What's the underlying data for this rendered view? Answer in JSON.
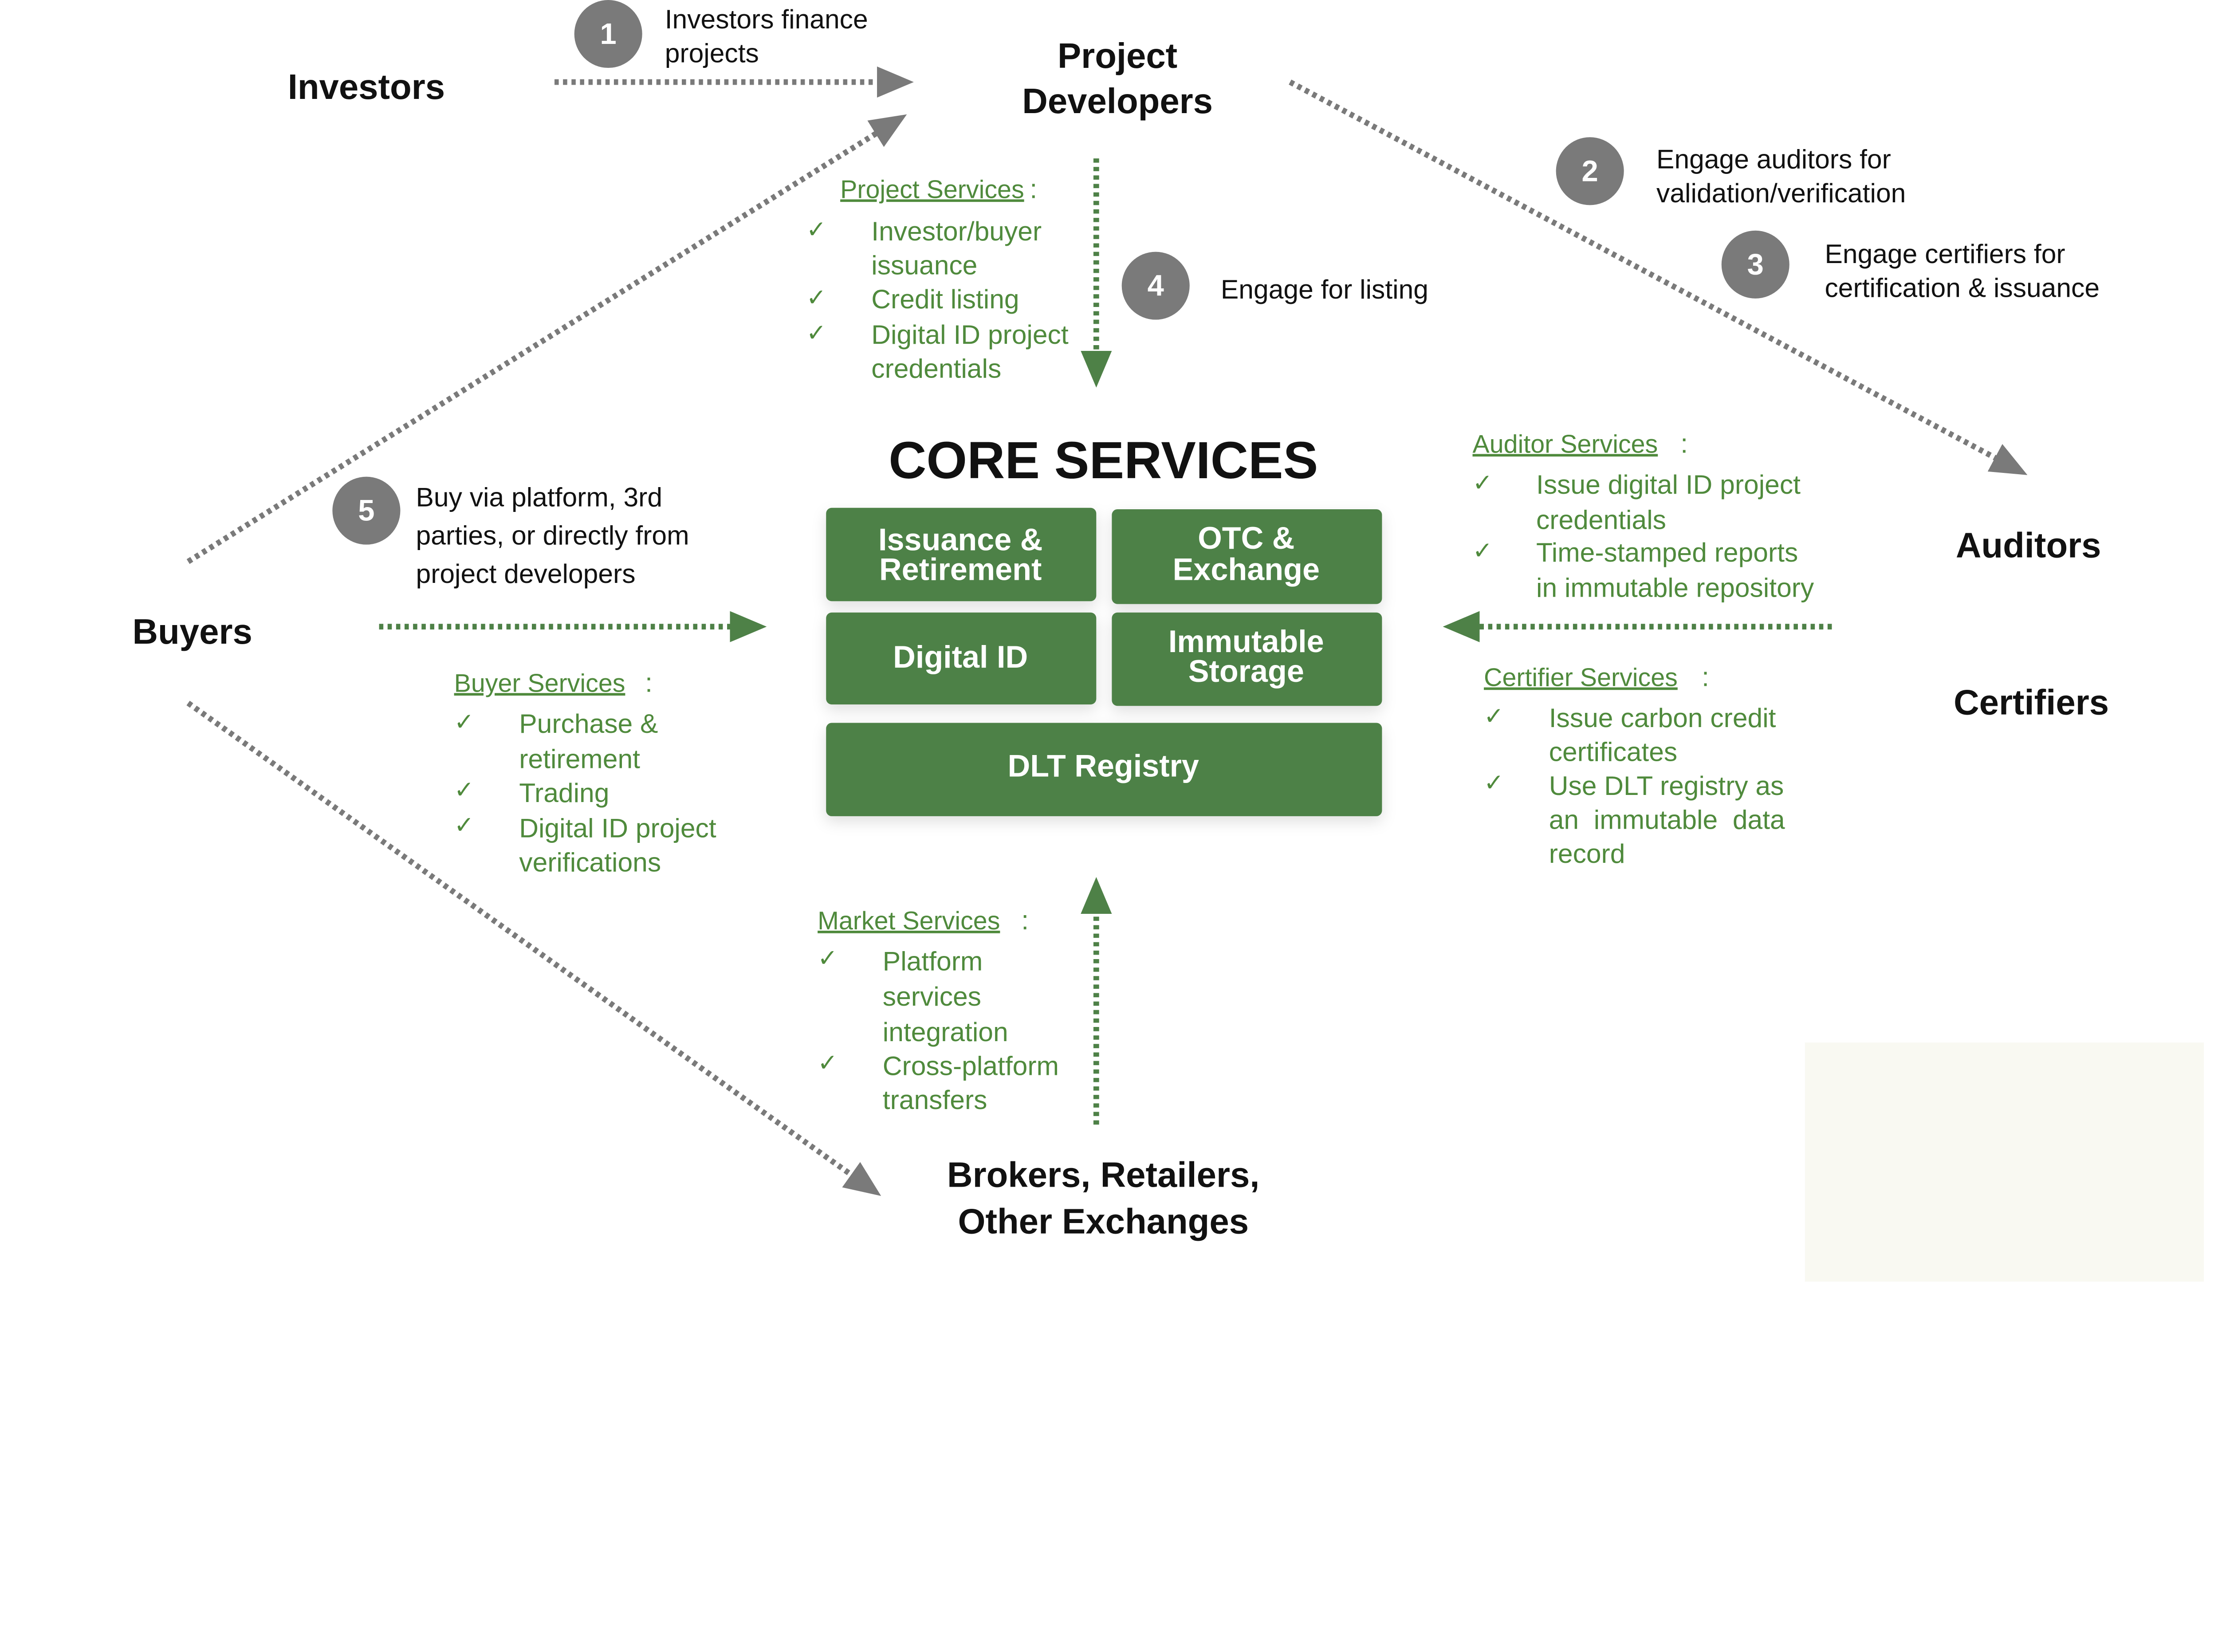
{
  "colors": {
    "green": "#4e8147",
    "text_green": "#4f8a3c",
    "gray": "#7a7a7a",
    "panel": "#f9f9f2"
  },
  "actors": {
    "investors": "Investors",
    "project_developers": [
      "Project",
      "Developers"
    ],
    "auditors": "Auditors",
    "certifiers": "Certifiers",
    "buyers": "Buyers",
    "brokers": [
      "Brokers, Retailers,",
      "Other Exchanges"
    ]
  },
  "steps": [
    {
      "num": "1",
      "lines": [
        "Investors finance",
        "projects"
      ]
    },
    {
      "num": "2",
      "lines": [
        "Engage auditors for",
        "validation/verification"
      ]
    },
    {
      "num": "3",
      "lines": [
        "Engage certifiers for",
        "certification & issuance"
      ]
    },
    {
      "num": "4",
      "lines": [
        "Engage for listing"
      ]
    },
    {
      "num": "5",
      "lines": [
        "Buy via platform, 3rd",
        "parties, or directly from",
        "project developers"
      ]
    }
  ],
  "core": {
    "title": "CORE SERVICES",
    "boxes": [
      {
        "lines": [
          "Issuance &",
          "Retirement"
        ]
      },
      {
        "lines": [
          "OTC &",
          "Exchange"
        ]
      },
      {
        "lines": [
          "Digital ID"
        ]
      },
      {
        "lines": [
          "Immutable",
          "Storage"
        ]
      },
      {
        "lines": [
          "DLT Registry"
        ]
      }
    ]
  },
  "check_glyph": "✓",
  "services": {
    "project": {
      "title": "Project Services",
      "items": [
        [
          "Investor/buyer",
          "issuance"
        ],
        [
          "Credit listing"
        ],
        [
          "Digital ID project",
          "credentials"
        ]
      ]
    },
    "auditor": {
      "title": "Auditor Services",
      "items": [
        [
          "Issue digital ID project",
          "credentials"
        ],
        [
          "Time-stamped reports",
          "in immutable repository"
        ]
      ]
    },
    "certifier": {
      "title": "Certifier Services",
      "items": [
        [
          "Issue carbon credit",
          "certificates"
        ],
        [
          "Use DLT registry as",
          "an  immutable  data",
          "record"
        ]
      ]
    },
    "buyer": {
      "title": "Buyer Services",
      "items": [
        [
          "Purchase &",
          "retirement"
        ],
        [
          "Trading"
        ],
        [
          "Digital ID project",
          "verifications"
        ]
      ]
    },
    "market": {
      "title": "Market Services",
      "items": [
        [
          "Platform",
          "services",
          "integration"
        ],
        [
          "Cross-platform",
          "transfers"
        ]
      ]
    }
  }
}
